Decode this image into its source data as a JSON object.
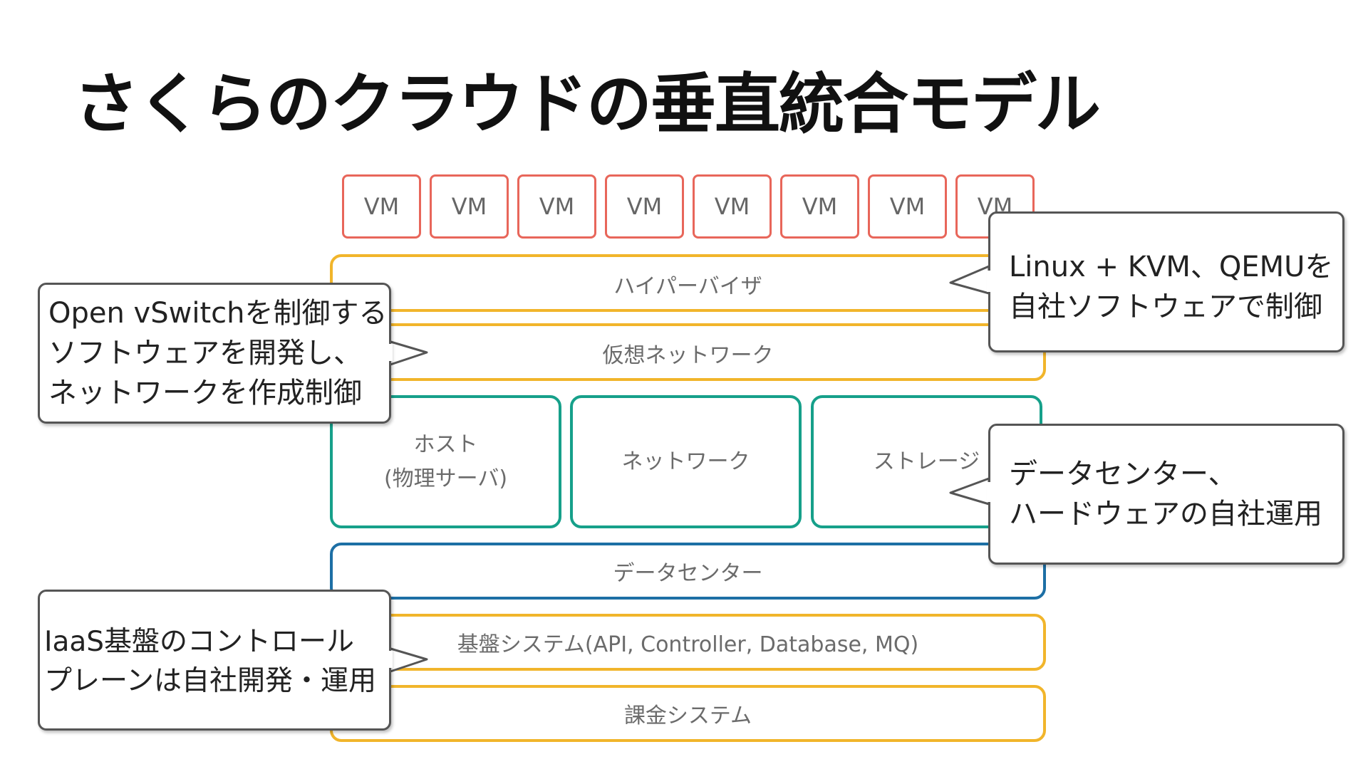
{
  "title": "さくらのクラウドの垂直統合モデル",
  "vms": [
    "VM",
    "VM",
    "VM",
    "VM",
    "VM",
    "VM",
    "VM",
    "VM"
  ],
  "layers": {
    "hypervisor": "ハイパーバイザ",
    "virtual_network": "仮想ネットワーク",
    "host_line1": "ホスト",
    "host_line2": "(物理サーバ)",
    "network": "ネットワーク",
    "storage": "ストレージ",
    "datacenter": "データセンター",
    "platform": "基盤システム(API, Controller, Database, MQ)",
    "billing": "課金システム"
  },
  "callouts": {
    "kvm_line1": "Linux + KVM、QEMUを",
    "kvm_line2": "自社ソフトウェアで制御",
    "ovs_line1": "Open vSwitchを制御する",
    "ovs_line2": "ソフトウェアを開発し、",
    "ovs_line3": "ネットワークを作成制御",
    "dc_line1": "データセンター、",
    "dc_line2": "ハードウェアの自社運用",
    "iaas_line1": "IaaS基盤のコントロール",
    "iaas_line2": "プレーンは自社開発・運用"
  },
  "colors": {
    "vm_border": "#e8665a",
    "layer_border": "#f1b52b",
    "datacenter_border": "#1d6fa5",
    "physical_border": "#16a08a",
    "callout_border": "#555555"
  }
}
